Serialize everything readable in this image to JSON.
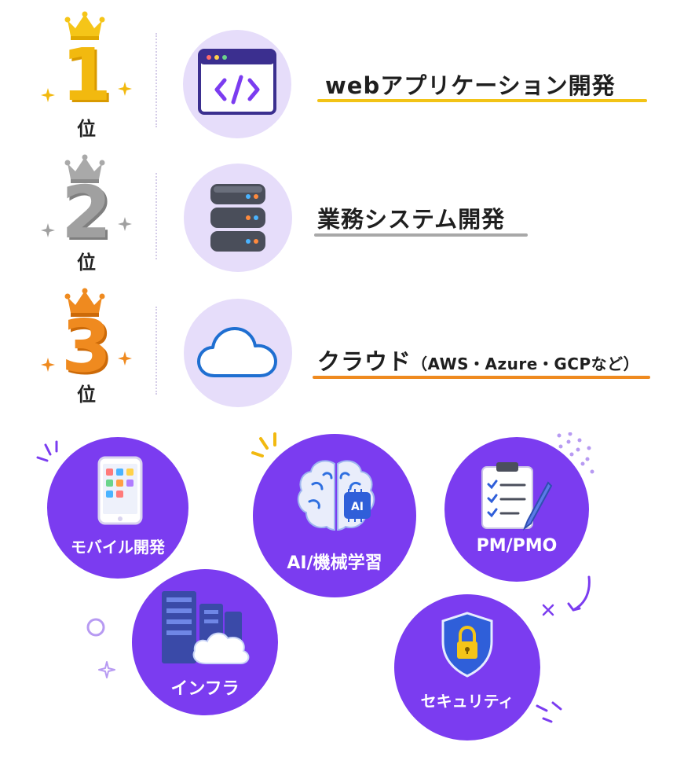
{
  "ranking": [
    {
      "rank": "1",
      "suffix": "位",
      "title": "webアプリケーション開発",
      "subtitle": "",
      "color": "#f2b90f"
    },
    {
      "rank": "2",
      "suffix": "位",
      "title": "業務システム開発",
      "subtitle": "",
      "color": "#a0a0a0"
    },
    {
      "rank": "3",
      "suffix": "位",
      "title": "クラウド",
      "subtitle": "（AWS・Azure・GCPなど）",
      "color": "#ef8a1f"
    }
  ],
  "bubbles": {
    "mobile": "モバイル開発",
    "ai": "AI/機械学習",
    "pm": "PM/PMO",
    "infra": "インフラ",
    "security": "セキュリティ",
    "ai_chip": "AI"
  },
  "colors": {
    "bubble": "#7b3cf0",
    "icon_bg": "#e6ddfa",
    "gold": "#f2b90f",
    "silver": "#a0a0a0",
    "bronze": "#ef8a1f"
  },
  "icons": [
    "crown-icon",
    "code-window-icon",
    "database-icon",
    "cloud-icon",
    "smartphone-icon",
    "brain-icon",
    "clipboard-icon",
    "server-cloud-icon",
    "shield-lock-icon"
  ]
}
